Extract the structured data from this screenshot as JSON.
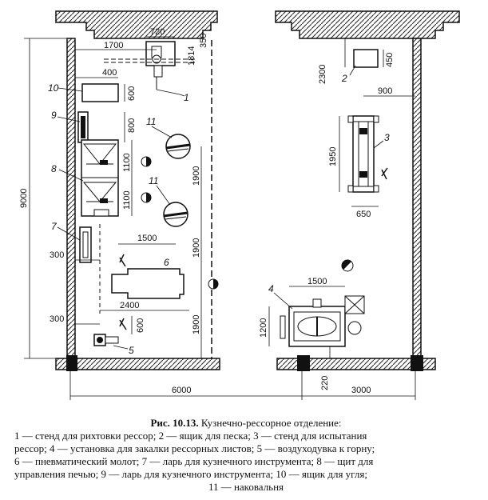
{
  "dims": {
    "d720": "720",
    "d350": "350",
    "d1814": "1814",
    "d1700": "1700",
    "d400": "400",
    "d600a": "600",
    "d800": "800",
    "d1100a": "1100",
    "d1100b": "1100",
    "d1900a": "1900",
    "d1900b": "1900",
    "d1900c": "1900",
    "d1500a": "1500",
    "d300a": "300",
    "d300b": "300",
    "d2400": "2400",
    "d600b": "600",
    "d9000": "9000",
    "d6000": "6000",
    "d2300": "2300",
    "d450": "450",
    "d900": "900",
    "d1950": "1950",
    "d650": "650",
    "d1500b": "1500",
    "d1200": "1200",
    "d220": "220",
    "d3000": "3000"
  },
  "labels": {
    "l1": "1",
    "l2": "2",
    "l3": "3",
    "l4": "4",
    "l5": "5",
    "l6": "6",
    "l7": "7",
    "l8": "8",
    "l9": "9",
    "l10": "10",
    "l11a": "11",
    "l11b": "11"
  },
  "caption": {
    "title_bold": "Рис. 10.13.",
    "title_rest": " Кузнечно-рессорное отделение:",
    "line1": "1 — стенд для рихтовки рессор; 2 — ящик для песка; 3 — стенд для испытания",
    "line2": "рессор; 4 — установка для закалки рессорных листов; 5 — воздуходувка к горну;",
    "line3": "6 — пневматический молот; 7 — ларь для кузнечного инструмента; 8 — щит для",
    "line4": "управления печью; 9 — ларь для кузнечного инструмента; 10 — ящик для угля;",
    "line5": "11 — наковальня"
  }
}
